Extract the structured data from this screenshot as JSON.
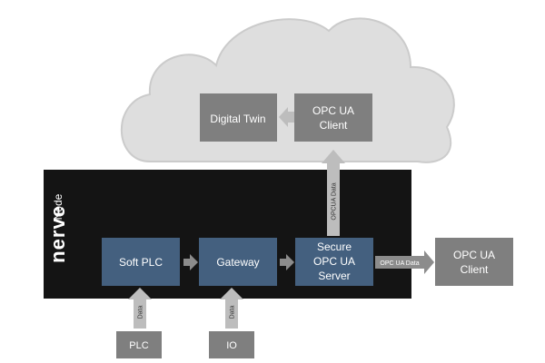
{
  "cloud": {
    "digital_twin": "Digital Twin",
    "client_line1": "OPC UA",
    "client_line2": "Client"
  },
  "node": {
    "logo": "nerve",
    "label": "Node",
    "soft_plc": "Soft PLC",
    "gateway": "Gateway",
    "server_line1": "Secure",
    "server_line2": "OPC UA",
    "server_line3": "Server"
  },
  "external_client": {
    "line1": "OPC UA",
    "line2": "Client"
  },
  "devices": {
    "plc": "PLC",
    "io": "IO"
  },
  "arrows": {
    "data_plc": "Data",
    "data_io": "Data",
    "opcua_up": "OPCUA Data",
    "opcua_right": "OPC UA Data"
  },
  "colors": {
    "cloud_fill": "#dedede",
    "cloud_stroke": "#cbcbcb",
    "gray_box": "#7f7f7f",
    "blue_box": "#44607f",
    "node_bg": "#141414",
    "arrow": "#bdbdbd",
    "arrow_dark": "#8c8c8c"
  }
}
